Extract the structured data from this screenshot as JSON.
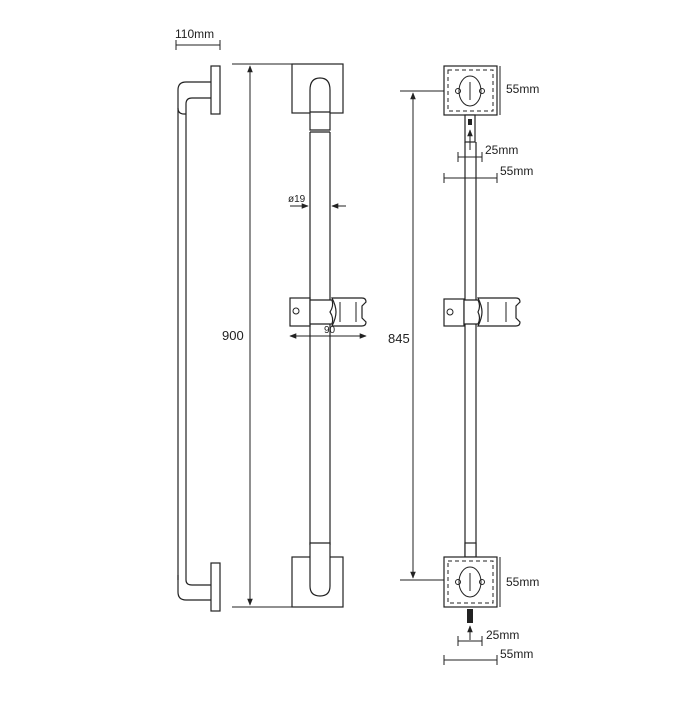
{
  "dimensions": {
    "depth": "110mm",
    "overall_height": "900",
    "bar_diameter": "ø19",
    "slider_width": "90",
    "fixing_centres": "845",
    "bracket_top_size": "55mm",
    "screw_offset_top": "25mm",
    "bracket_width_top": "55mm",
    "bracket_bottom_size": "55mm",
    "screw_offset_bottom": "25mm",
    "bracket_width_bottom": "55mm"
  },
  "colors": {
    "line": "#222222",
    "background": "#ffffff"
  }
}
